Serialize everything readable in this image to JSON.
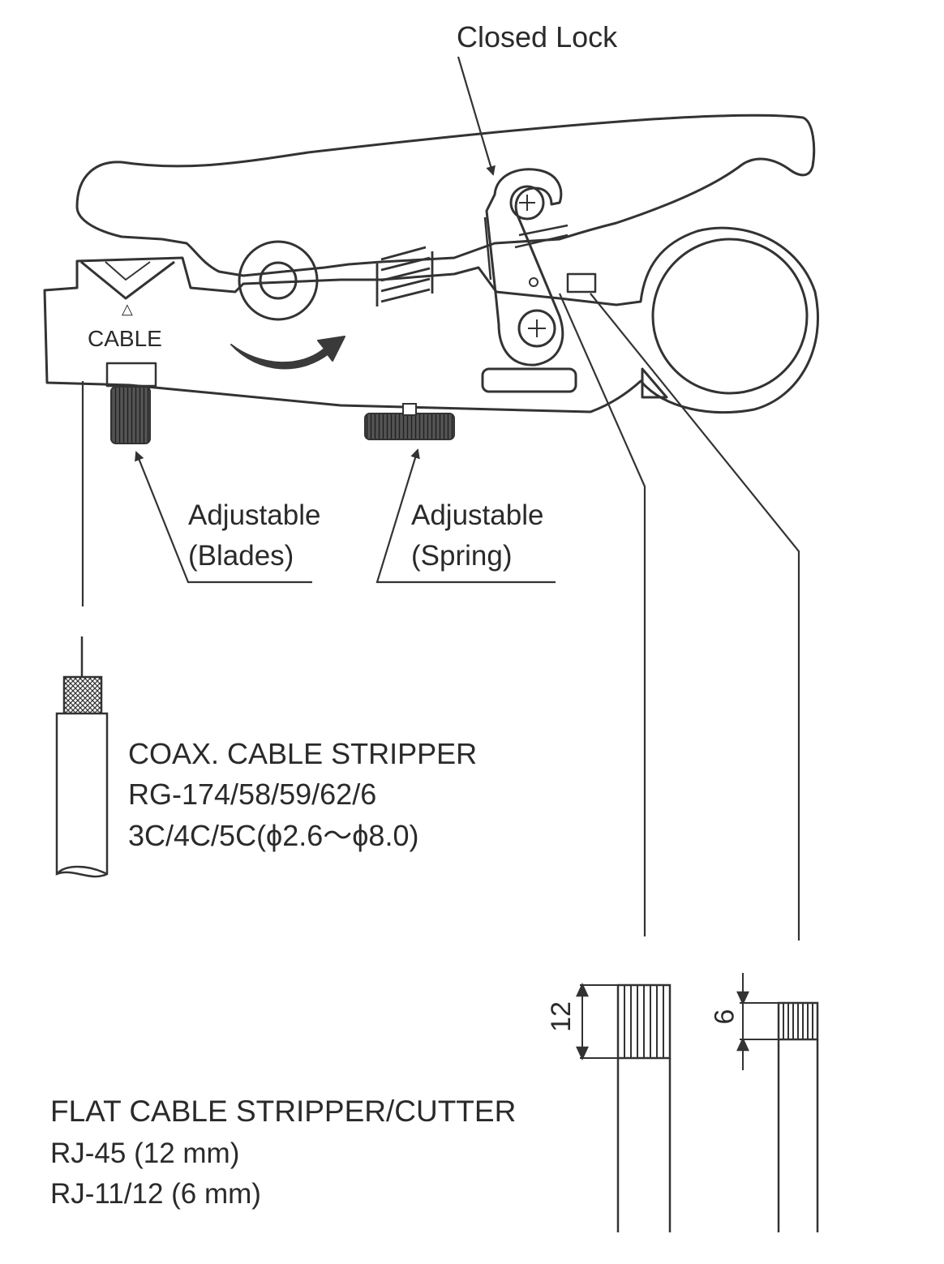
{
  "labels": {
    "closed_lock": "Closed Lock",
    "cable_mark": "△",
    "cable": "CABLE",
    "adjustable_blades_line1": "Adjustable",
    "adjustable_blades_line2": "(Blades)",
    "adjustable_spring_line1": "Adjustable",
    "adjustable_spring_line2": "(Spring)"
  },
  "coax_section": {
    "title": "COAX. CABLE STRIPPER",
    "models": "RG-174/58/59/62/6",
    "sizes": "3C/4C/5C(ϕ2.6〜ϕ8.0)"
  },
  "flat_section": {
    "title": "FLAT CABLE STRIPPER/CUTTER",
    "rj45": "RJ-45 (12 mm)",
    "rj11": "RJ-11/12 (6 mm)"
  },
  "dimensions": {
    "rj45_strip": "12",
    "rj11_strip": "6"
  }
}
